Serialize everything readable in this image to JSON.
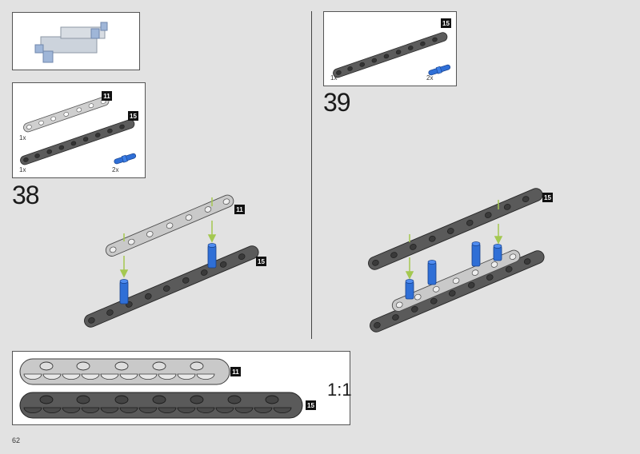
{
  "page": {
    "number": "62"
  },
  "overview": {},
  "parts_38": {
    "items": [
      {
        "badge": "11",
        "qty": "1x",
        "color": "light"
      },
      {
        "badge": "15",
        "qty": "1x",
        "color": "dark"
      },
      {
        "qty": "2x",
        "color": "blue-pin"
      }
    ]
  },
  "parts_39": {
    "items": [
      {
        "badge": "15",
        "qty": "1x",
        "color": "dark"
      },
      {
        "qty": "2x",
        "color": "blue-pin"
      }
    ]
  },
  "step_38": {
    "number": "38",
    "callouts": [
      "11",
      "15"
    ]
  },
  "step_39": {
    "number": "39",
    "callouts": [
      "15"
    ]
  },
  "scale_box": {
    "label": "1:1",
    "beams": [
      {
        "badge": "11"
      },
      {
        "badge": "15"
      }
    ]
  },
  "colors": {
    "light_beam": "#c9c9c9",
    "dark_beam": "#5a5a5a",
    "pin_blue": "#2f6fd6",
    "arrow_green": "#a4c850"
  }
}
